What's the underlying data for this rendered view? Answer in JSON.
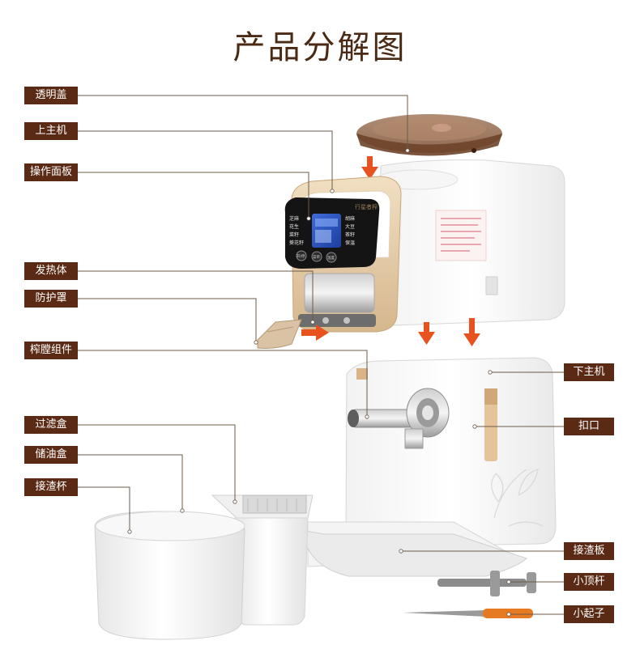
{
  "title": "产品分解图",
  "parts": {
    "lid": "透明盖",
    "upper_unit": "上主机",
    "control_panel": "操作面板",
    "heater": "发热体",
    "shield": "防护罩",
    "press_chamber": "榨膛组件",
    "filter_box": "过滤盒",
    "oil_box": "储油盒",
    "residue_cup": "接渣杯",
    "lower_unit": "下主机",
    "buckle": "扣口",
    "residue_plate": "接渣板",
    "ejector_rod": "小顶杆",
    "screwdriver": "小起子"
  },
  "panel": {
    "brand": "行星者榨",
    "keys_left": [
      "芝麻",
      "花生",
      "菜籽",
      "葵花籽"
    ],
    "keys_right": [
      "胡麻",
      "大豆",
      "茶籽",
      "保温"
    ],
    "button_left": "开/停",
    "button_mid": "菜单",
    "button_right": "温度"
  },
  "colors": {
    "label_bg": "#5b2a14",
    "arrow": "#e8521e",
    "leader": "#6b5a4a",
    "gold_trim": "#e2c9a3"
  }
}
